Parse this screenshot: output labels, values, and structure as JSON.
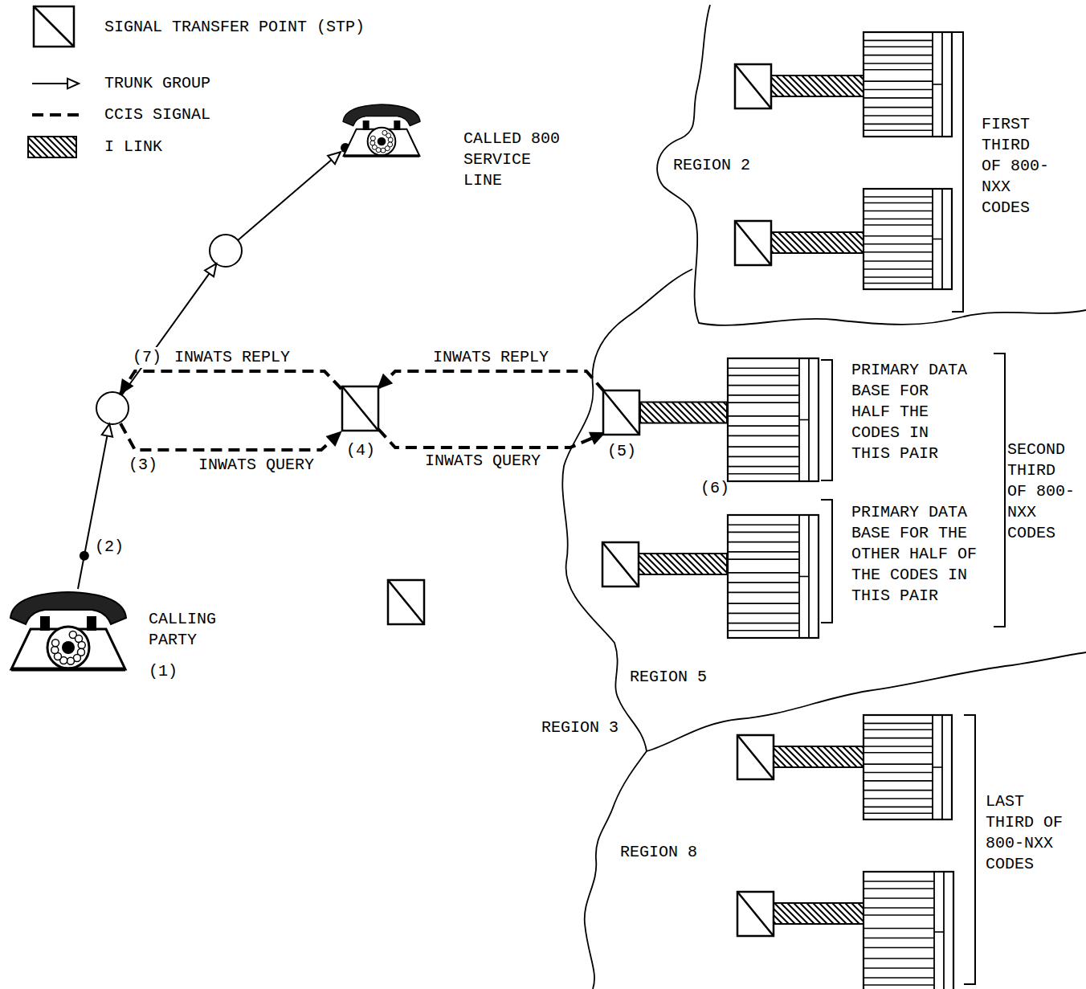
{
  "diagram": {
    "nodes": [
      {
        "text": [
          "CALLING PARTY",
          "(1)"
        ]
      },
      {
        "text": [
          "CALLED 800 SERVICE LINE"
        ]
      },
      {
        "text": [
          "(4)"
        ]
      },
      {
        "text": [
          "(5)"
        ]
      },
      {
        "text": [
          "(6)",
          "PRIMARY DATA BASE FOR HALF THE CODES IN THIS PAIR"
        ]
      },
      {
        "text": [
          "PRIMARY DATA BASE FOR THE OTHER HALF OF THE CODES IN THIS PAIR"
        ]
      }
    ],
    "edges": [
      {
        "from": 0,
        "to": 1,
        "arrow": "to"
      },
      {
        "from": 3,
        "to": 2,
        "label": "INWATS REPLY",
        "arrow": "to"
      },
      {
        "from": 2,
        "to": 3,
        "label": "INWATS QUERY",
        "arrow": "to"
      },
      {
        "from": 3,
        "to": 4,
        "arrow": "none"
      }
    ],
    "labels": [
      "(2)",
      "(7)",
      "INWATS REPLY",
      "(3)",
      "INWATS QUERY",
      "REGION 2",
      "FIRST THIRD OF 800-NXX CODES",
      "SECOND THIRD OF 800-NXX CODES",
      "REGION 5",
      "REGION 3",
      "REGION 8",
      "LAST THIRD OF 800-NXX CODES"
    ],
    "legend": [
      {
        "text": "SIGNAL TRANSFER POINT (STP)"
      },
      {
        "text": "TRUNK GROUP"
      },
      {
        "text": "CCIS SIGNAL"
      },
      {
        "text": "I LINK"
      }
    ]
  }
}
